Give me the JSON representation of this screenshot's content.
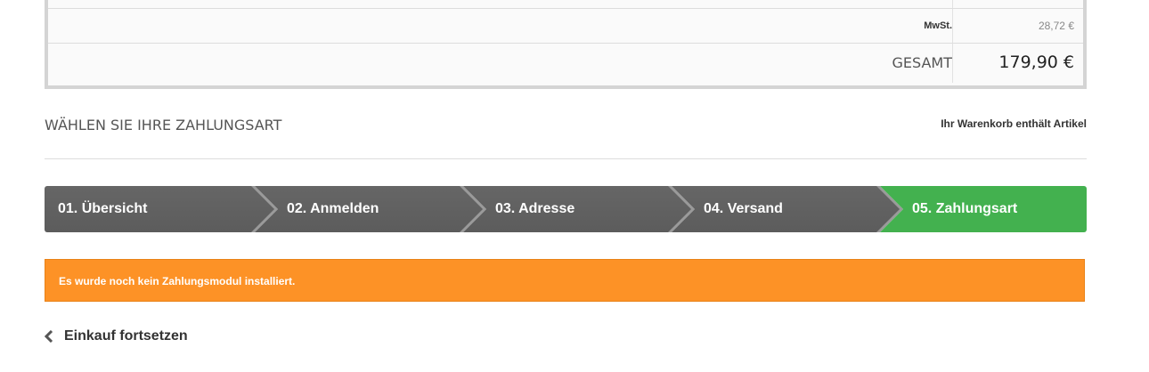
{
  "summary": {
    "vat_label": "MwSt.",
    "vat_value": "28,72 €",
    "total_label": "GESAMT",
    "total_value": "179,90 €"
  },
  "section": {
    "title": "WÄHLEN SIE IHRE ZAHLUNGSART",
    "cart_info": "Ihr Warenkorb enthält Artikel"
  },
  "steps": [
    {
      "label": "01. Übersicht"
    },
    {
      "label": "02. Anmelden"
    },
    {
      "label": "03. Adresse"
    },
    {
      "label": "04. Versand"
    },
    {
      "label": "05. Zahlungsart",
      "active": true
    }
  ],
  "colors": {
    "active": "#43b14f",
    "inactive": "#616161",
    "alert": "#fd9226"
  },
  "alert": {
    "message": "Es wurde noch kein Zahlungsmodul installiert."
  },
  "back_link": {
    "label": "Einkauf fortsetzen",
    "icon": "chevron-left-icon"
  }
}
